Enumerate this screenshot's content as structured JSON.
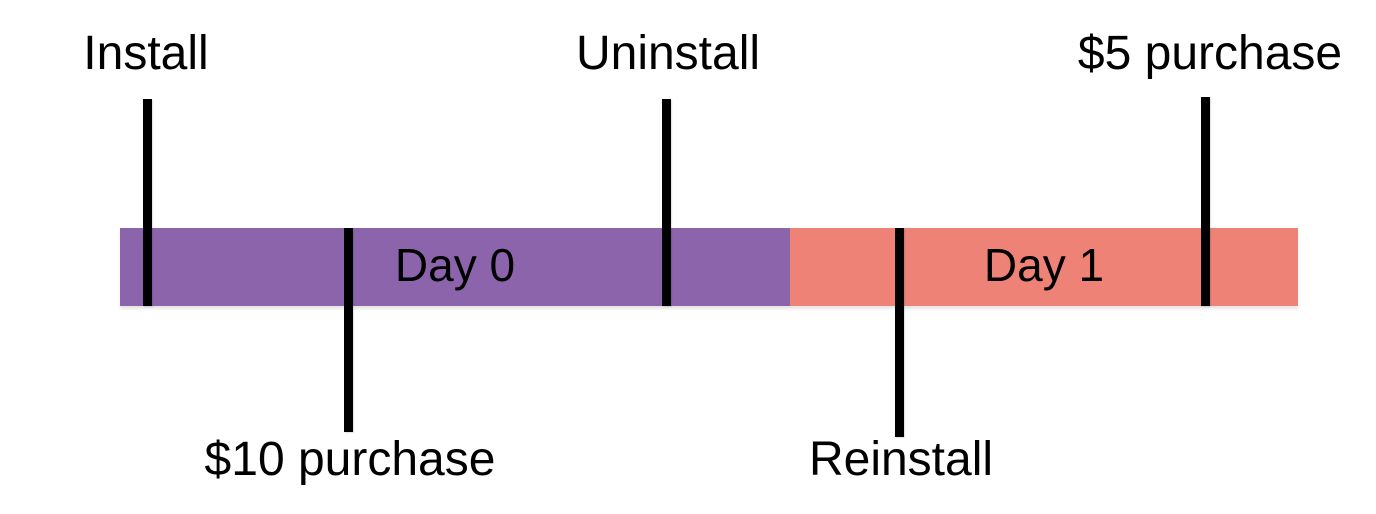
{
  "diagram": {
    "type": "timeline",
    "background_color": "#ffffff",
    "tick_color": "#000000",
    "text_color": "#000000",
    "segments": [
      {
        "id": "day0",
        "label": "Day 0",
        "color": "#8b64ab"
      },
      {
        "id": "day1",
        "label": "Day 1",
        "color": "#ee8276"
      }
    ],
    "events": [
      {
        "id": "install",
        "label": "Install",
        "side": "top",
        "segment": "Day 0"
      },
      {
        "id": "purchase-10",
        "label": "$10 purchase",
        "side": "bottom",
        "segment": "Day 0"
      },
      {
        "id": "uninstall",
        "label": "Uninstall",
        "side": "top",
        "segment": "Day 0"
      },
      {
        "id": "reinstall",
        "label": "Reinstall",
        "side": "bottom",
        "segment": "Day 1"
      },
      {
        "id": "purchase-5",
        "label": "$5 purchase",
        "side": "top",
        "segment": "Day 1"
      }
    ]
  }
}
